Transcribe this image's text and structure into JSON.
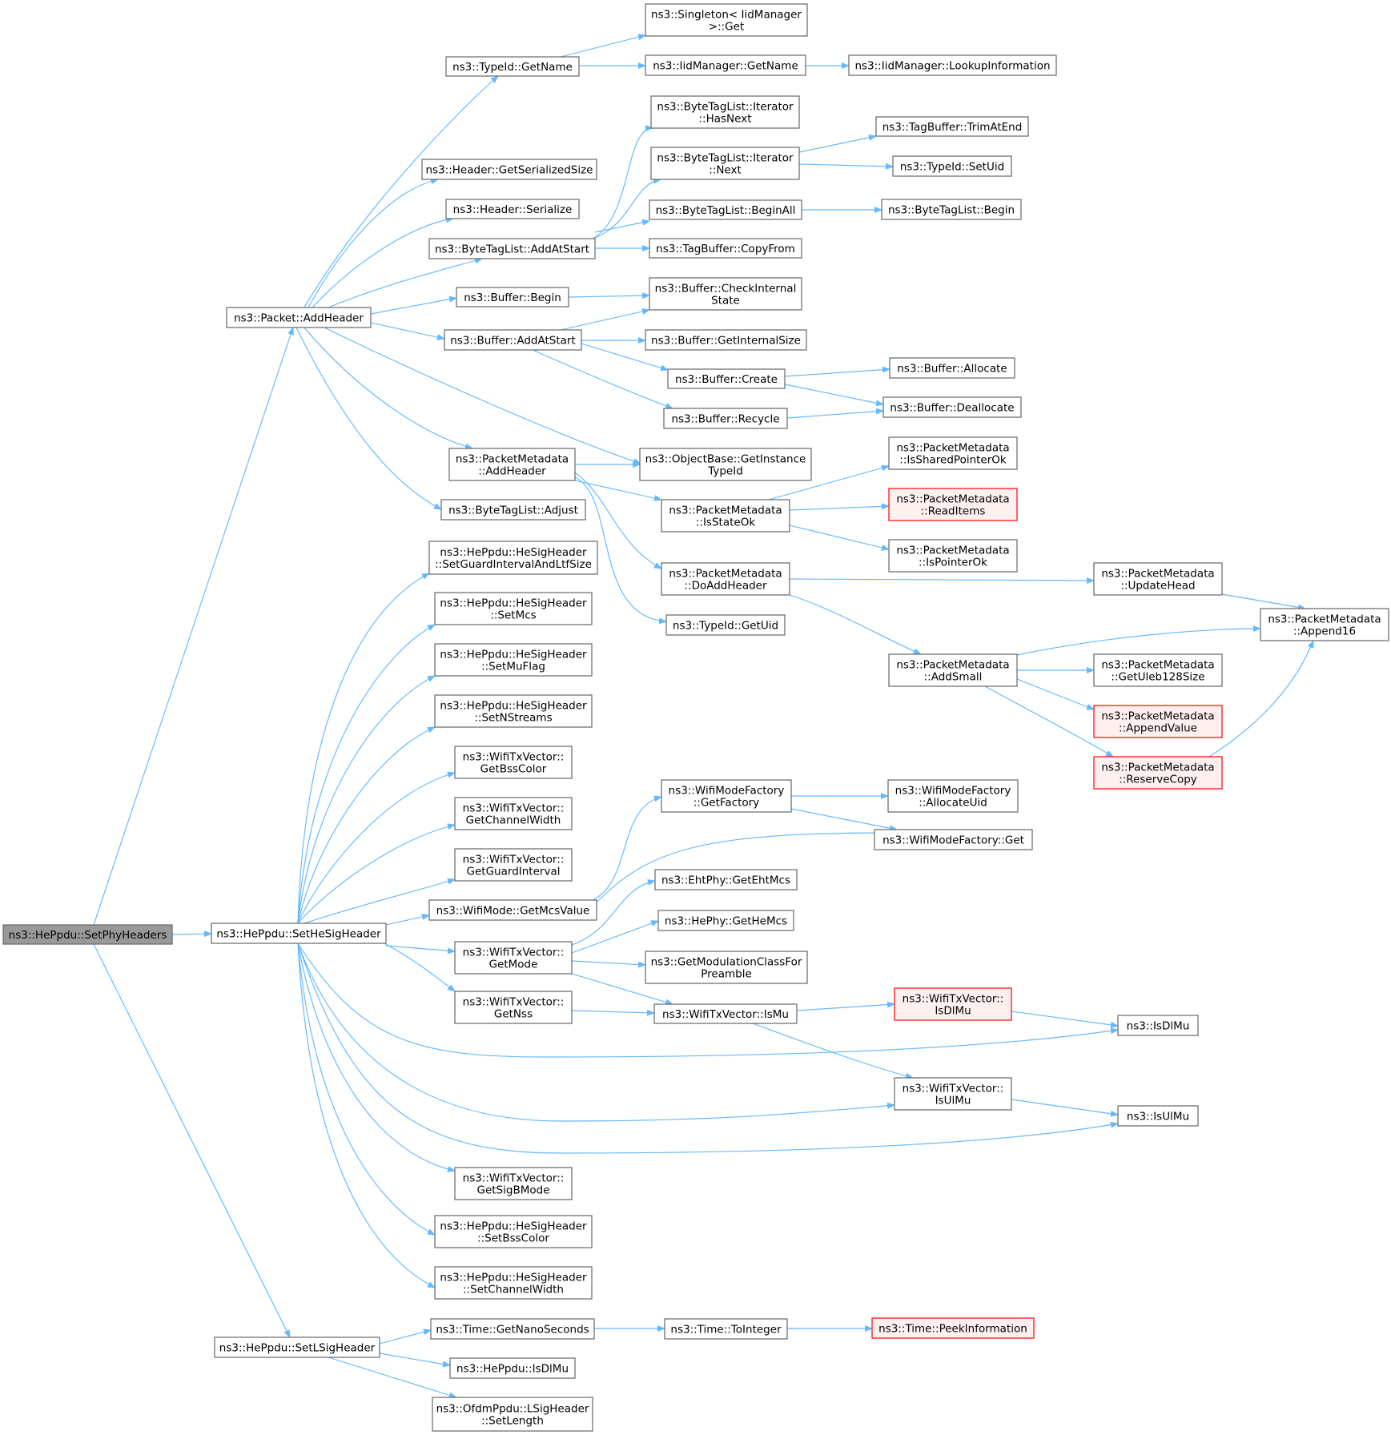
{
  "colors": {
    "edge": "#63b8ff",
    "node_fill": "#ffffff",
    "node_stroke": "#666666",
    "root_fill": "#999999",
    "root_stroke": "#666666",
    "truncated_fill": "#fff0f0",
    "truncated_stroke": "#ff0000",
    "text": "#000000"
  },
  "nodes": [
    {
      "id": "n0",
      "lines": [
        "ns3::HePpdu::SetPhyHeaders"
      ],
      "style": "root"
    },
    {
      "id": "n1",
      "lines": [
        "ns3::HePpdu::SetHeSigHeader"
      ]
    },
    {
      "id": "n2",
      "lines": [
        "ns3::HePpdu::SetLSigHeader"
      ]
    },
    {
      "id": "n3",
      "lines": [
        "ns3::Packet::AddHeader"
      ]
    },
    {
      "id": "n4",
      "lines": [
        "ns3::TypeId::GetName"
      ]
    },
    {
      "id": "n5",
      "lines": [
        "ns3::Singleton< IidManager",
        ">::Get"
      ]
    },
    {
      "id": "n6",
      "lines": [
        "ns3::IidManager::GetName"
      ]
    },
    {
      "id": "n7",
      "lines": [
        "ns3::IidManager::LookupInformation"
      ]
    },
    {
      "id": "n8",
      "lines": [
        "ns3::Header::GetSerializedSize"
      ]
    },
    {
      "id": "n9",
      "lines": [
        "ns3::Header::Serialize"
      ]
    },
    {
      "id": "n10",
      "lines": [
        "ns3::ByteTagList::AddAtStart"
      ]
    },
    {
      "id": "n11",
      "lines": [
        "ns3::ByteTagList::Iterator",
        "::HasNext"
      ]
    },
    {
      "id": "n12",
      "lines": [
        "ns3::ByteTagList::Iterator",
        "::Next"
      ]
    },
    {
      "id": "n13",
      "lines": [
        "ns3::TagBuffer::TrimAtEnd"
      ]
    },
    {
      "id": "n14",
      "lines": [
        "ns3::TypeId::SetUid"
      ]
    },
    {
      "id": "n15",
      "lines": [
        "ns3::ByteTagList::BeginAll"
      ]
    },
    {
      "id": "n16",
      "lines": [
        "ns3::ByteTagList::Begin"
      ]
    },
    {
      "id": "n17",
      "lines": [
        "ns3::TagBuffer::CopyFrom"
      ]
    },
    {
      "id": "n18",
      "lines": [
        "ns3::Buffer::Begin"
      ]
    },
    {
      "id": "n19",
      "lines": [
        "ns3::Buffer::CheckInternal",
        "State"
      ]
    },
    {
      "id": "n20",
      "lines": [
        "ns3::Buffer::AddAtStart"
      ]
    },
    {
      "id": "n21",
      "lines": [
        "ns3::Buffer::GetInternalSize"
      ]
    },
    {
      "id": "n22",
      "lines": [
        "ns3::Buffer::Create"
      ]
    },
    {
      "id": "n23",
      "lines": [
        "ns3::Buffer::Allocate"
      ]
    },
    {
      "id": "n24",
      "lines": [
        "ns3::Buffer::Deallocate"
      ]
    },
    {
      "id": "n25",
      "lines": [
        "ns3::Buffer::Recycle"
      ]
    },
    {
      "id": "n26",
      "lines": [
        "ns3::PacketMetadata",
        "::AddHeader"
      ]
    },
    {
      "id": "n27",
      "lines": [
        "ns3::ObjectBase::GetInstance",
        "TypeId"
      ]
    },
    {
      "id": "n28",
      "lines": [
        "ns3::PacketMetadata",
        "::IsSharedPointerOk"
      ]
    },
    {
      "id": "n29",
      "lines": [
        "ns3::PacketMetadata",
        "::IsStateOk"
      ]
    },
    {
      "id": "n30",
      "lines": [
        "ns3::PacketMetadata",
        "::ReadItems"
      ],
      "style": "truncated"
    },
    {
      "id": "n31",
      "lines": [
        "ns3::PacketMetadata",
        "::IsPointerOk"
      ]
    },
    {
      "id": "n32",
      "lines": [
        "ns3::ByteTagList::Adjust"
      ]
    },
    {
      "id": "n33",
      "lines": [
        "ns3::PacketMetadata",
        "::DoAddHeader"
      ]
    },
    {
      "id": "n34",
      "lines": [
        "ns3::PacketMetadata",
        "::UpdateHead"
      ]
    },
    {
      "id": "n35",
      "lines": [
        "ns3::PacketMetadata",
        "::Append16"
      ]
    },
    {
      "id": "n36",
      "lines": [
        "ns3::TypeId::GetUid"
      ]
    },
    {
      "id": "n37",
      "lines": [
        "ns3::PacketMetadata",
        "::AddSmall"
      ]
    },
    {
      "id": "n38",
      "lines": [
        "ns3::PacketMetadata",
        "::GetUleb128Size"
      ]
    },
    {
      "id": "n39",
      "lines": [
        "ns3::PacketMetadata",
        "::AppendValue"
      ],
      "style": "truncated"
    },
    {
      "id": "n40",
      "lines": [
        "ns3::PacketMetadata",
        "::ReserveCopy"
      ],
      "style": "truncated"
    },
    {
      "id": "n41",
      "lines": [
        "ns3::HePpdu::HeSigHeader",
        "::SetGuardIntervalAndLtfSize"
      ]
    },
    {
      "id": "n42",
      "lines": [
        "ns3::HePpdu::HeSigHeader",
        "::SetMcs"
      ]
    },
    {
      "id": "n43",
      "lines": [
        "ns3::HePpdu::HeSigHeader",
        "::SetMuFlag"
      ]
    },
    {
      "id": "n44",
      "lines": [
        "ns3::HePpdu::HeSigHeader",
        "::SetNStreams"
      ]
    },
    {
      "id": "n45",
      "lines": [
        "ns3::WifiTxVector::",
        "GetBssColor"
      ]
    },
    {
      "id": "n46",
      "lines": [
        "ns3::WifiTxVector::",
        "GetChannelWidth"
      ]
    },
    {
      "id": "n47",
      "lines": [
        "ns3::WifiTxVector::",
        "GetGuardInterval"
      ]
    },
    {
      "id": "n48",
      "lines": [
        "ns3::WifiModeFactory",
        "::GetFactory"
      ]
    },
    {
      "id": "n49",
      "lines": [
        "ns3::WifiModeFactory",
        "::AllocateUid"
      ]
    },
    {
      "id": "n50",
      "lines": [
        "ns3::WifiModeFactory::Get"
      ]
    },
    {
      "id": "n51",
      "lines": [
        "ns3::WifiMode::GetMcsValue"
      ]
    },
    {
      "id": "n52",
      "lines": [
        "ns3::EhtPhy::GetEhtMcs"
      ]
    },
    {
      "id": "n53",
      "lines": [
        "ns3::HePhy::GetHeMcs"
      ]
    },
    {
      "id": "n54",
      "lines": [
        "ns3::WifiTxVector::",
        "GetMode"
      ]
    },
    {
      "id": "n55",
      "lines": [
        "ns3::GetModulationClassFor",
        "Preamble"
      ]
    },
    {
      "id": "n56",
      "lines": [
        "ns3::WifiTxVector::",
        "GetNss"
      ]
    },
    {
      "id": "n57",
      "lines": [
        "ns3::WifiTxVector::IsMu"
      ]
    },
    {
      "id": "n58",
      "lines": [
        "ns3::WifiTxVector::",
        "IsDlMu"
      ],
      "style": "truncated"
    },
    {
      "id": "n59",
      "lines": [
        "ns3::IsDlMu"
      ]
    },
    {
      "id": "n60",
      "lines": [
        "ns3::WifiTxVector::",
        "IsUlMu"
      ]
    },
    {
      "id": "n61",
      "lines": [
        "ns3::IsUlMu"
      ]
    },
    {
      "id": "n62",
      "lines": [
        "ns3::WifiTxVector::",
        "GetSigBMode"
      ]
    },
    {
      "id": "n63",
      "lines": [
        "ns3::HePpdu::HeSigHeader",
        "::SetBssColor"
      ]
    },
    {
      "id": "n64",
      "lines": [
        "ns3::HePpdu::HeSigHeader",
        "::SetChannelWidth"
      ]
    },
    {
      "id": "n65",
      "lines": [
        "ns3::Time::GetNanoSeconds"
      ]
    },
    {
      "id": "n66",
      "lines": [
        "ns3::Time::ToInteger"
      ]
    },
    {
      "id": "n67",
      "lines": [
        "ns3::Time::PeekInformation"
      ],
      "style": "truncated"
    },
    {
      "id": "n68",
      "lines": [
        "ns3::HePpdu::IsDlMu"
      ]
    },
    {
      "id": "n69",
      "lines": [
        "ns3::OfdmPpdu::LSigHeader",
        "::SetLength"
      ]
    }
  ],
  "edges": [
    [
      "n0",
      "n1"
    ],
    [
      "n0",
      "n3"
    ],
    [
      "n0",
      "n2"
    ],
    [
      "n3",
      "n4"
    ],
    [
      "n3",
      "n8"
    ],
    [
      "n3",
      "n9"
    ],
    [
      "n3",
      "n10"
    ],
    [
      "n3",
      "n18"
    ],
    [
      "n3",
      "n20"
    ],
    [
      "n3",
      "n27"
    ],
    [
      "n3",
      "n26"
    ],
    [
      "n3",
      "n32"
    ],
    [
      "n4",
      "n5"
    ],
    [
      "n4",
      "n6"
    ],
    [
      "n6",
      "n7"
    ],
    [
      "n10",
      "n11"
    ],
    [
      "n10",
      "n12"
    ],
    [
      "n10",
      "n15"
    ],
    [
      "n10",
      "n17"
    ],
    [
      "n12",
      "n13"
    ],
    [
      "n12",
      "n14"
    ],
    [
      "n15",
      "n16"
    ],
    [
      "n18",
      "n19"
    ],
    [
      "n20",
      "n19"
    ],
    [
      "n20",
      "n21"
    ],
    [
      "n20",
      "n22"
    ],
    [
      "n20",
      "n25"
    ],
    [
      "n22",
      "n23"
    ],
    [
      "n22",
      "n24"
    ],
    [
      "n25",
      "n24"
    ],
    [
      "n26",
      "n27"
    ],
    [
      "n26",
      "n29"
    ],
    [
      "n26",
      "n33"
    ],
    [
      "n26",
      "n36"
    ],
    [
      "n29",
      "n28"
    ],
    [
      "n29",
      "n30"
    ],
    [
      "n29",
      "n31"
    ],
    [
      "n33",
      "n34"
    ],
    [
      "n33",
      "n37"
    ],
    [
      "n34",
      "n35"
    ],
    [
      "n37",
      "n35"
    ],
    [
      "n37",
      "n38"
    ],
    [
      "n37",
      "n39"
    ],
    [
      "n37",
      "n40"
    ],
    [
      "n40",
      "n35"
    ],
    [
      "n1",
      "n41"
    ],
    [
      "n1",
      "n42"
    ],
    [
      "n1",
      "n43"
    ],
    [
      "n1",
      "n44"
    ],
    [
      "n1",
      "n45"
    ],
    [
      "n1",
      "n46"
    ],
    [
      "n1",
      "n47"
    ],
    [
      "n1",
      "n51"
    ],
    [
      "n1",
      "n54"
    ],
    [
      "n1",
      "n56"
    ],
    [
      "n1",
      "n59"
    ],
    [
      "n1",
      "n60"
    ],
    [
      "n1",
      "n61"
    ],
    [
      "n1",
      "n62"
    ],
    [
      "n1",
      "n63"
    ],
    [
      "n1",
      "n64"
    ],
    [
      "n51",
      "n48"
    ],
    [
      "n51",
      "n50"
    ],
    [
      "n48",
      "n49"
    ],
    [
      "n48",
      "n50"
    ],
    [
      "n54",
      "n52"
    ],
    [
      "n54",
      "n53"
    ],
    [
      "n54",
      "n55"
    ],
    [
      "n54",
      "n57"
    ],
    [
      "n56",
      "n57"
    ],
    [
      "n57",
      "n58"
    ],
    [
      "n57",
      "n60"
    ],
    [
      "n58",
      "n59"
    ],
    [
      "n60",
      "n61"
    ],
    [
      "n2",
      "n65"
    ],
    [
      "n2",
      "n68"
    ],
    [
      "n2",
      "n69"
    ],
    [
      "n65",
      "n66"
    ],
    [
      "n66",
      "n67"
    ]
  ]
}
